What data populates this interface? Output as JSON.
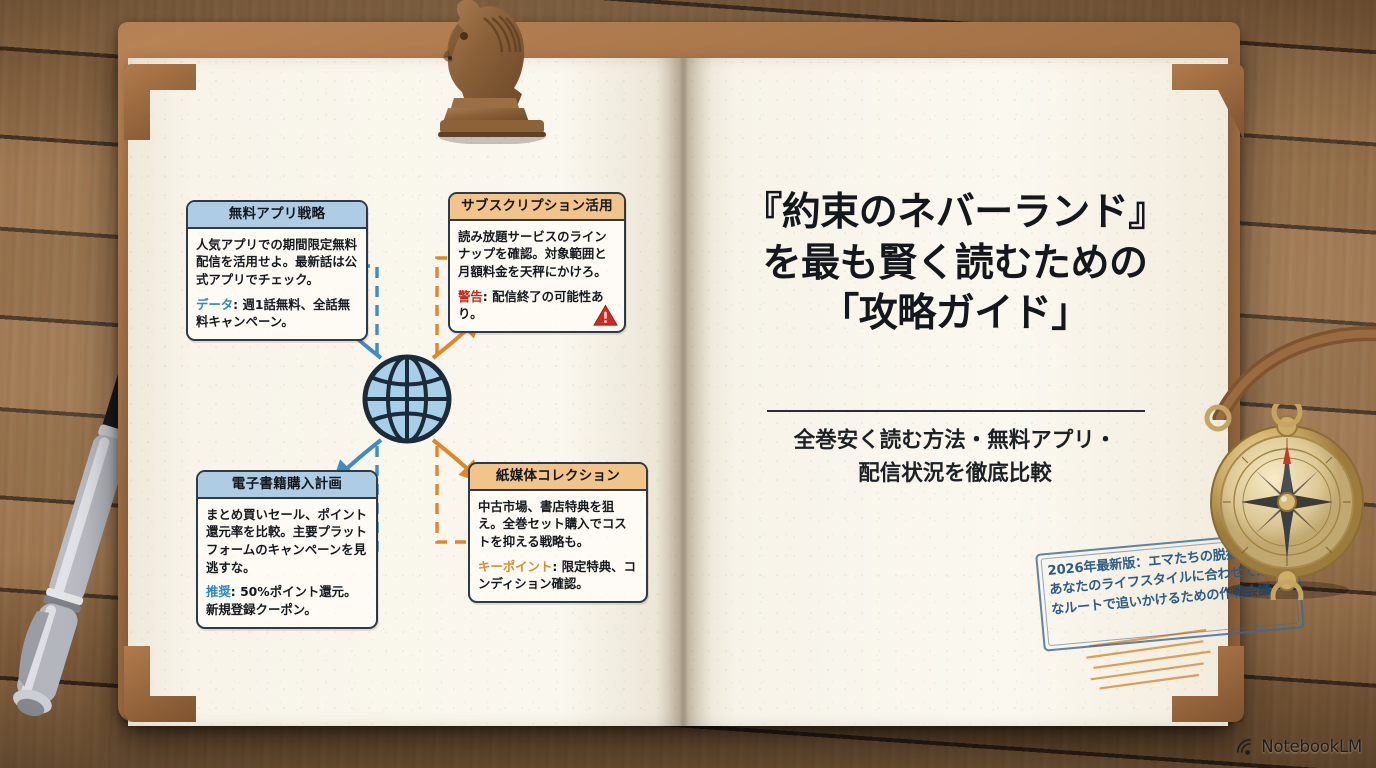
{
  "app": {
    "watermark": "NotebookLM",
    "watermark_icon": "notebooklm-logo-icon"
  },
  "scene": {
    "surface": "wooden-desk",
    "objects": [
      "chess-knight",
      "fountain-pen",
      "brass-compass",
      "leather-journal"
    ],
    "accent_blue": "#2e86c4",
    "accent_orange": "#dd8a2e",
    "ink": "#14171b",
    "paper": "#faf7ee"
  },
  "left_page": {
    "center_icon": "globe-grid-icon",
    "cards": [
      {
        "id": "free-app-strategy",
        "title": "無料アプリ戦略",
        "accent": "blue",
        "body": "人気アプリでの期間限定無料配信を活用せよ。最新話は公式アプリでチェック。",
        "note_label": "データ",
        "note_label_color": "blue",
        "note_text": "週1話無料、全話無料キャンペーン。",
        "has_warning": false
      },
      {
        "id": "subscription-usage",
        "title": "サブスクリプション活用",
        "accent": "orange",
        "body": "読み放題サービスのラインナップを確認。対象範囲と月額料金を天秤にかけろ。",
        "note_label": "警告",
        "note_label_color": "red",
        "note_text": "配信終了の可能性あり。",
        "has_warning": true
      },
      {
        "id": "ebook-purchase-plan",
        "title": "電子書籍購入計画",
        "accent": "blue",
        "body": "まとめ買いセール、ポイント還元率を比較。主要プラットフォームのキャンペーンを見逃すな。",
        "note_label": "推奨",
        "note_label_color": "blue",
        "note_text": "50%ポイント還元。新規登録クーポン。",
        "has_warning": false
      },
      {
        "id": "print-collection",
        "title": "紙媒体コレクション",
        "accent": "orange",
        "body": "中古市場、書店特典を狙え。全巻セット購入でコストを抑える戦略も。",
        "note_label": "キーポイント",
        "note_label_color": "orange",
        "note_text": "限定特典、コンディション確認。",
        "has_warning": false
      }
    ]
  },
  "right_page": {
    "title_line1": "『約束のネバーランド』",
    "title_line2": "を最も賢く読むための",
    "title_line3": "「攻略ガイド」",
    "subtitle_line1": "全巻安く読む方法・無料アプリ・",
    "subtitle_line2": "配信状況を徹底比較",
    "stamp_text": "2026年最新版：エマたちの脱獄劇を、あなたのライフスタイルに合わせて最適なルートで追いかけるための作戦会議。"
  }
}
